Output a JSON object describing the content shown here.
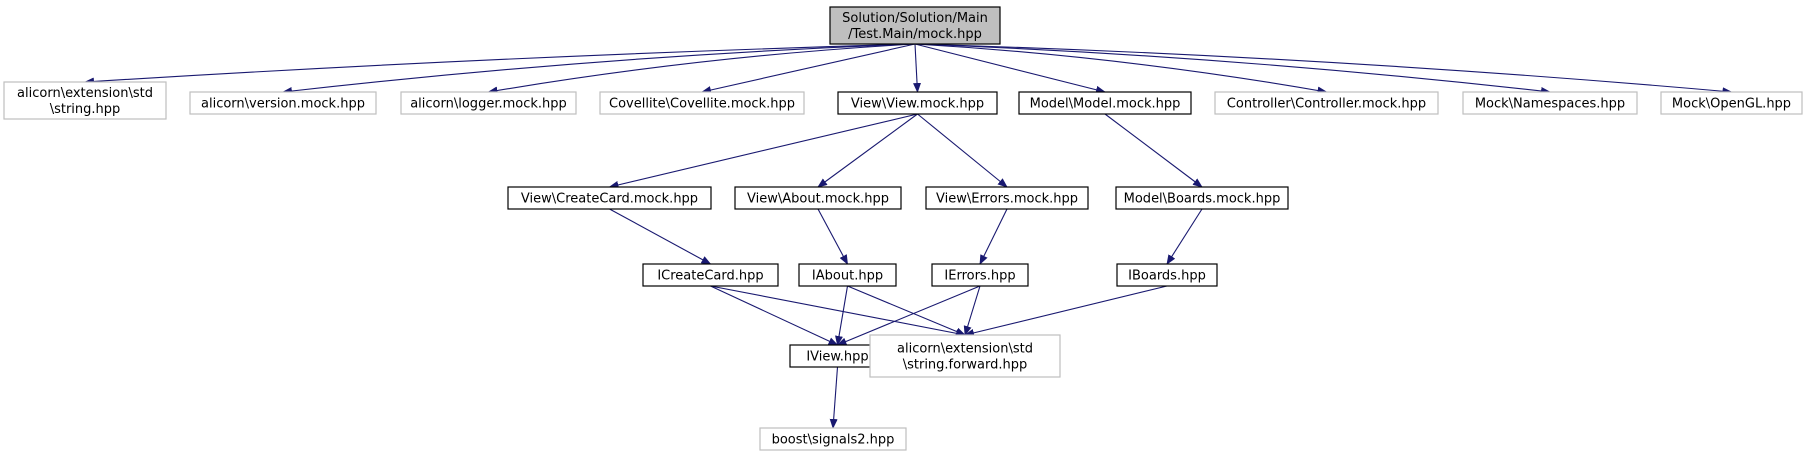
{
  "graph": {
    "colors": {
      "edge": "#191970",
      "root_fill": "#bfbfbf",
      "node_border": "#000000",
      "external_border": "#bfbfbf",
      "fill": "#ffffff"
    },
    "nodes": [
      {
        "id": "root",
        "lines": [
          "Solution/Solution/Main",
          "/Test.Main/mock.hpp"
        ],
        "style": "root"
      },
      {
        "id": "string",
        "lines": [
          "alicorn\\extension\\std",
          "\\string.hpp"
        ],
        "style": "external"
      },
      {
        "id": "version",
        "lines": [
          "alicorn\\version.mock.hpp"
        ],
        "style": "external"
      },
      {
        "id": "logger",
        "lines": [
          "alicorn\\logger.mock.hpp"
        ],
        "style": "external"
      },
      {
        "id": "covellite",
        "lines": [
          "Covellite\\Covellite.mock.hpp"
        ],
        "style": "external"
      },
      {
        "id": "viewmock",
        "lines": [
          "View\\View.mock.hpp"
        ],
        "style": "normal"
      },
      {
        "id": "modelmock",
        "lines": [
          "Model\\Model.mock.hpp"
        ],
        "style": "normal"
      },
      {
        "id": "controller",
        "lines": [
          "Controller\\Controller.mock.hpp"
        ],
        "style": "external"
      },
      {
        "id": "namespaces",
        "lines": [
          "Mock\\Namespaces.hpp"
        ],
        "style": "external"
      },
      {
        "id": "opengl",
        "lines": [
          "Mock\\OpenGL.hpp"
        ],
        "style": "external"
      },
      {
        "id": "createcardmock",
        "lines": [
          "View\\CreateCard.mock.hpp"
        ],
        "style": "normal"
      },
      {
        "id": "aboutmock",
        "lines": [
          "View\\About.mock.hpp"
        ],
        "style": "normal"
      },
      {
        "id": "errorsmock",
        "lines": [
          "View\\Errors.mock.hpp"
        ],
        "style": "normal"
      },
      {
        "id": "boardsmock",
        "lines": [
          "Model\\Boards.mock.hpp"
        ],
        "style": "normal"
      },
      {
        "id": "icreatecard",
        "lines": [
          "ICreateCard.hpp"
        ],
        "style": "normal"
      },
      {
        "id": "iabout",
        "lines": [
          "IAbout.hpp"
        ],
        "style": "normal"
      },
      {
        "id": "ierrors",
        "lines": [
          "IErrors.hpp"
        ],
        "style": "normal"
      },
      {
        "id": "iboards",
        "lines": [
          "IBoards.hpp"
        ],
        "style": "normal"
      },
      {
        "id": "iview",
        "lines": [
          "IView.hpp"
        ],
        "style": "normal"
      },
      {
        "id": "stringforward",
        "lines": [
          "alicorn\\extension\\std",
          "\\string.forward.hpp"
        ],
        "style": "external"
      },
      {
        "id": "signals2",
        "lines": [
          "boost\\signals2.hpp"
        ],
        "style": "external"
      }
    ],
    "edges": [
      [
        "root",
        "string"
      ],
      [
        "root",
        "version"
      ],
      [
        "root",
        "logger"
      ],
      [
        "root",
        "covellite"
      ],
      [
        "root",
        "viewmock"
      ],
      [
        "root",
        "modelmock"
      ],
      [
        "root",
        "controller"
      ],
      [
        "root",
        "namespaces"
      ],
      [
        "root",
        "opengl"
      ],
      [
        "viewmock",
        "createcardmock"
      ],
      [
        "viewmock",
        "aboutmock"
      ],
      [
        "viewmock",
        "errorsmock"
      ],
      [
        "modelmock",
        "boardsmock"
      ],
      [
        "createcardmock",
        "icreatecard"
      ],
      [
        "aboutmock",
        "iabout"
      ],
      [
        "errorsmock",
        "ierrors"
      ],
      [
        "boardsmock",
        "iboards"
      ],
      [
        "icreatecard",
        "iview"
      ],
      [
        "icreatecard",
        "stringforward"
      ],
      [
        "iabout",
        "iview"
      ],
      [
        "iabout",
        "stringforward"
      ],
      [
        "ierrors",
        "iview"
      ],
      [
        "ierrors",
        "stringforward"
      ],
      [
        "iboards",
        "stringforward"
      ],
      [
        "iview",
        "signals2"
      ]
    ]
  }
}
